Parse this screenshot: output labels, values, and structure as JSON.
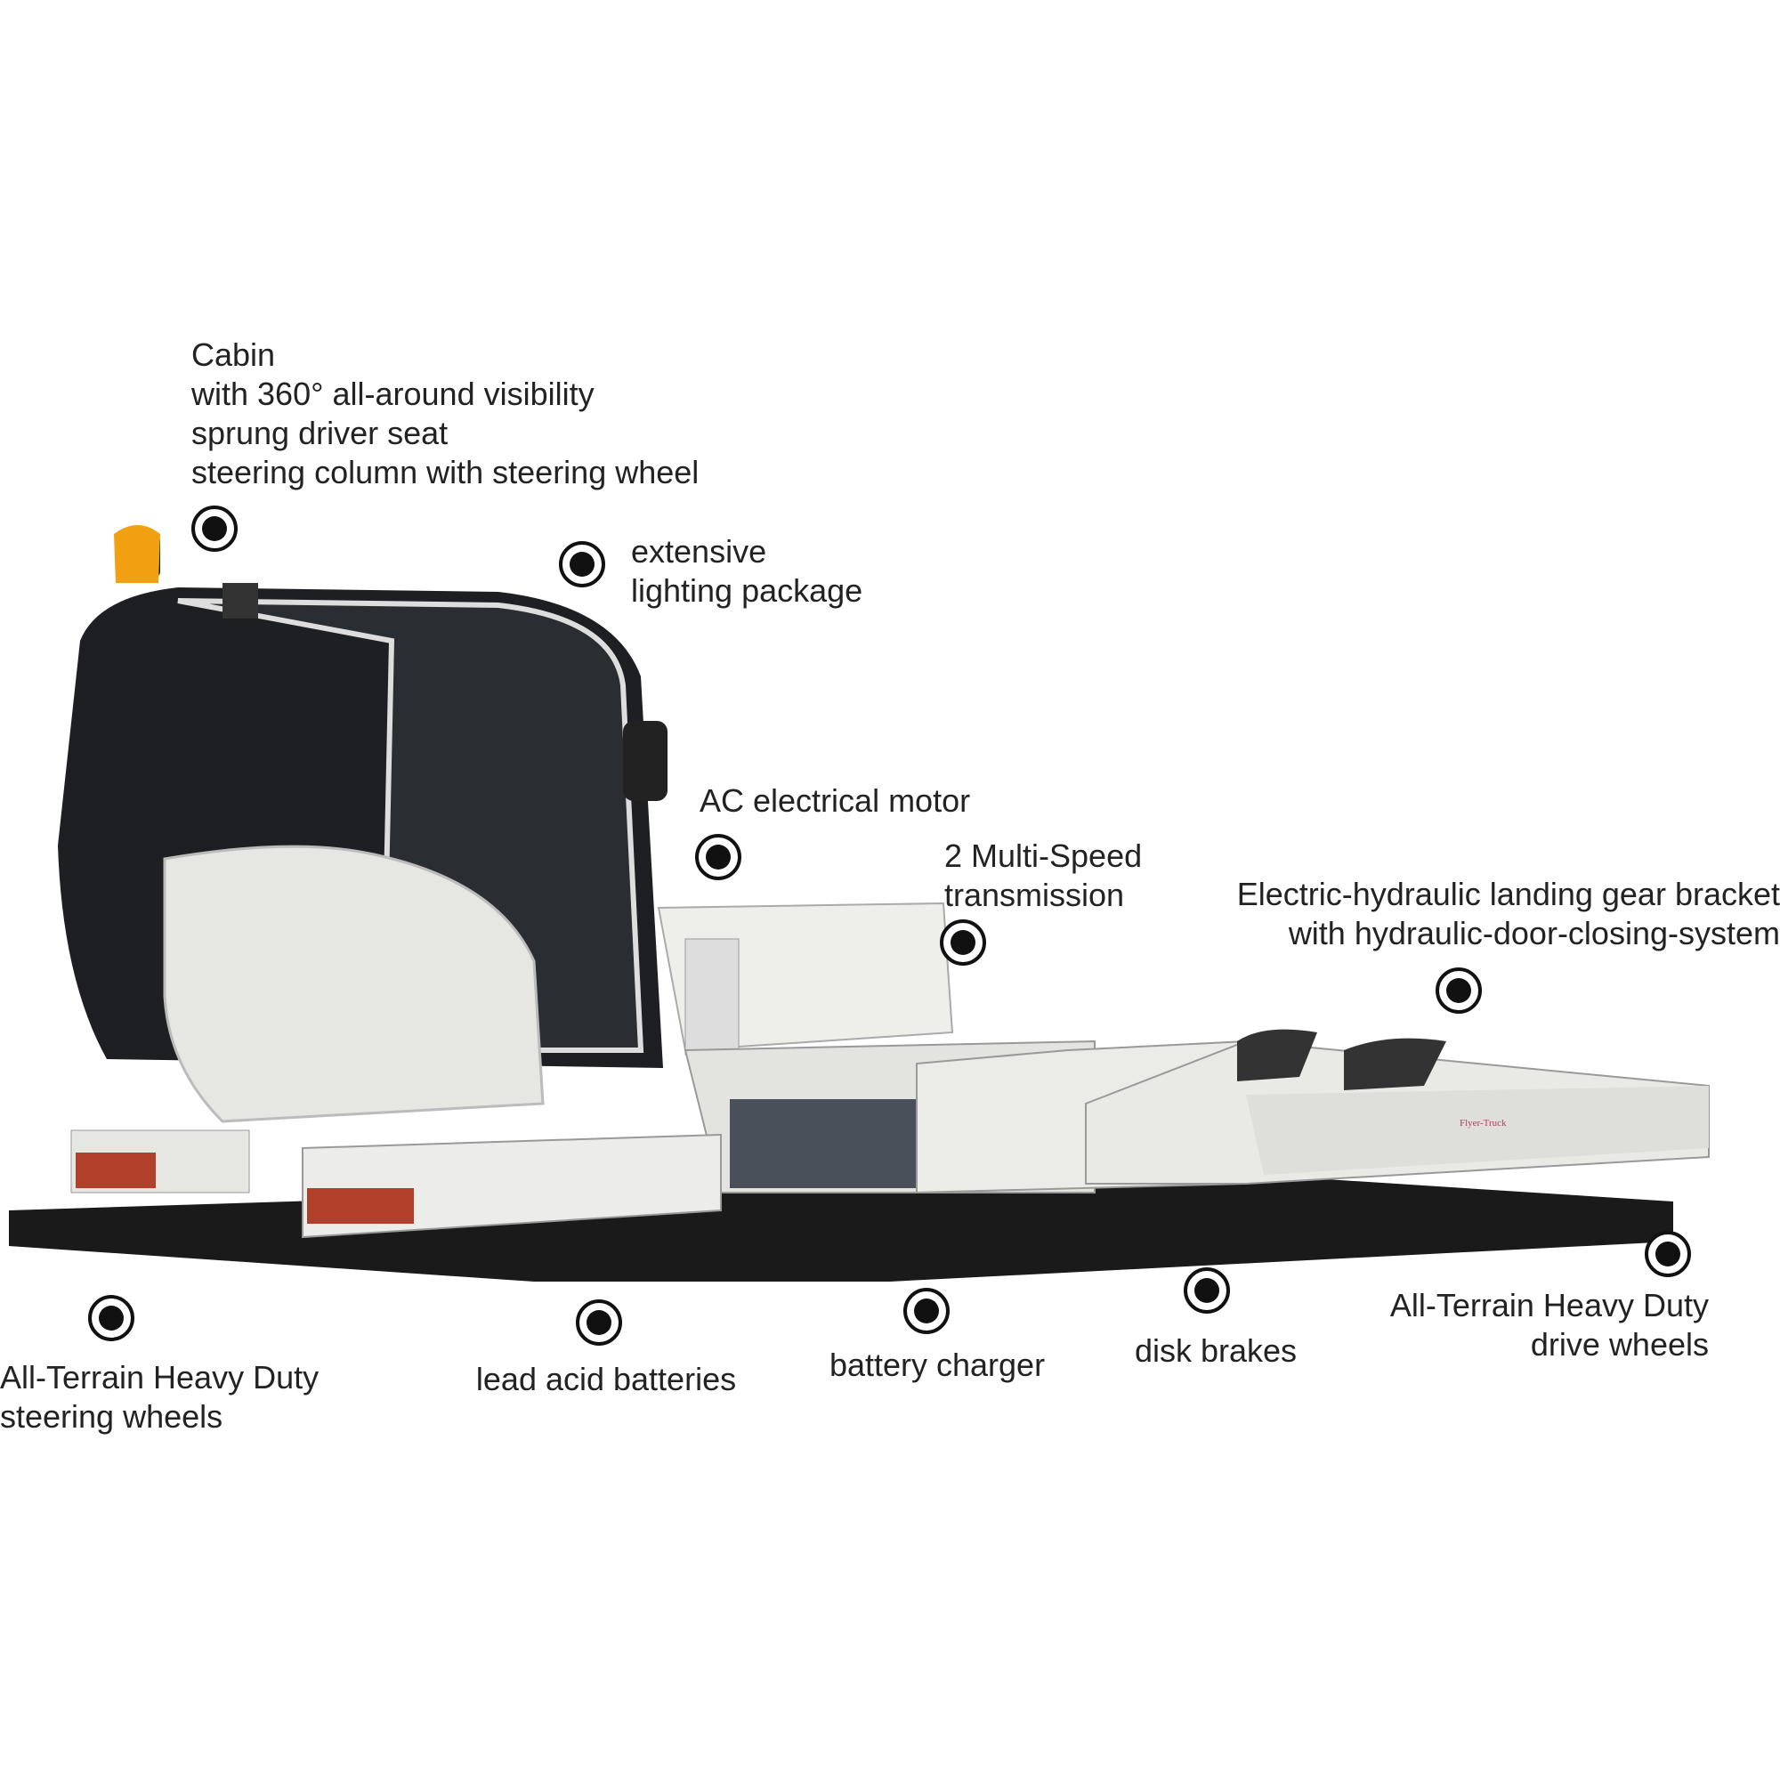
{
  "callouts": {
    "cabin": [
      "Cabin",
      "with 360° all-around visibility",
      "sprung driver seat",
      "steering column with steering wheel"
    ],
    "lighting": [
      "extensive",
      "lighting package"
    ],
    "motor": [
      "AC electrical motor"
    ],
    "transmission": [
      "2 Multi-Speed",
      "transmission"
    ],
    "landing_gear": [
      "Electric-hydraulic landing gear bracket",
      "with hydraulic-door-closing-system"
    ],
    "steering_wheels": [
      "All-Terrain Heavy Duty",
      "steering wheels"
    ],
    "batteries": [
      "lead acid batteries"
    ],
    "charger": [
      "battery charger"
    ],
    "brakes": [
      "disk brakes"
    ],
    "drive_wheels": [
      "All-Terrain Heavy Duty",
      "drive wheels"
    ]
  },
  "vehicle": {
    "logo_text": "Flyer-Truck"
  },
  "colors": {
    "marker": "#111111",
    "body": "#e9e9e6",
    "shadow": "#1a1a1a",
    "beacon": "#f0a010"
  }
}
